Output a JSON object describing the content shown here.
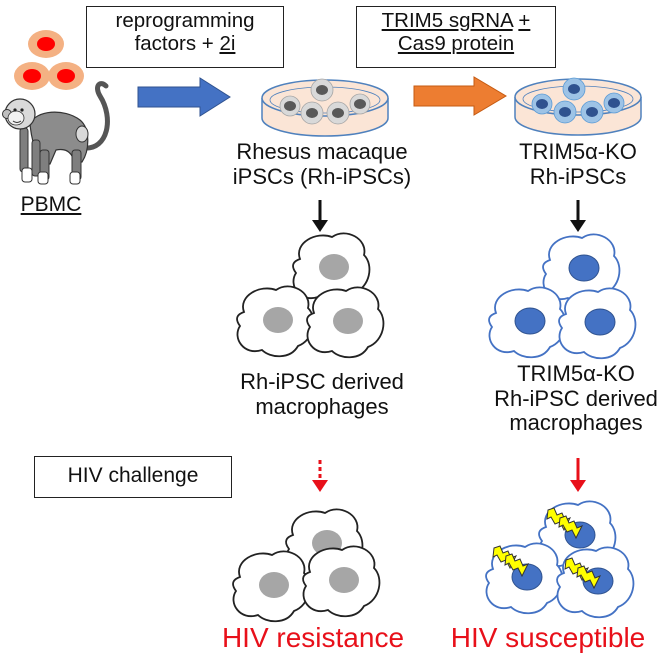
{
  "labels": {
    "pbmc": "PBMC",
    "reprog_line1": "reprogramming",
    "reprog_line2_pre": "factors + ",
    "reprog_line2_u": "2i",
    "sgrna_line1": "TRIM5 sgRNA",
    "sgrna_line2": "+ Cas9 protein",
    "rh_ipsc_line1": "Rhesus macaque",
    "rh_ipsc_line2": "iPSCs (Rh-iPSCs)",
    "ko_line1": "TRIM5α-KO",
    "ko_line2": "Rh-iPSCs",
    "mac_line1": "Rh-iPSC derived",
    "mac_line2": "macrophages",
    "komac_line1": "TRIM5α-KO",
    "komac_line2": "Rh-iPSC derived",
    "komac_line3": "macrophages",
    "hiv_challenge": "HIV challenge",
    "resistance": "HIV resistance",
    "susceptible": "HIV susceptible"
  },
  "colors": {
    "blue_arrow": "#4472c4",
    "orange_arrow": "#ed7d31",
    "red": "#e8101a",
    "pbmc_outer": "#f4b183",
    "pbmc_nucleus": "#ff0000",
    "dish_fill": "#fbe5d6",
    "dish_rim": "#4f81bd",
    "gray_cell": "#a6a6a6",
    "ko_nucleus": "#4472c4",
    "ko_halo": "#9dc3e6",
    "lightning": "#ffff00"
  }
}
